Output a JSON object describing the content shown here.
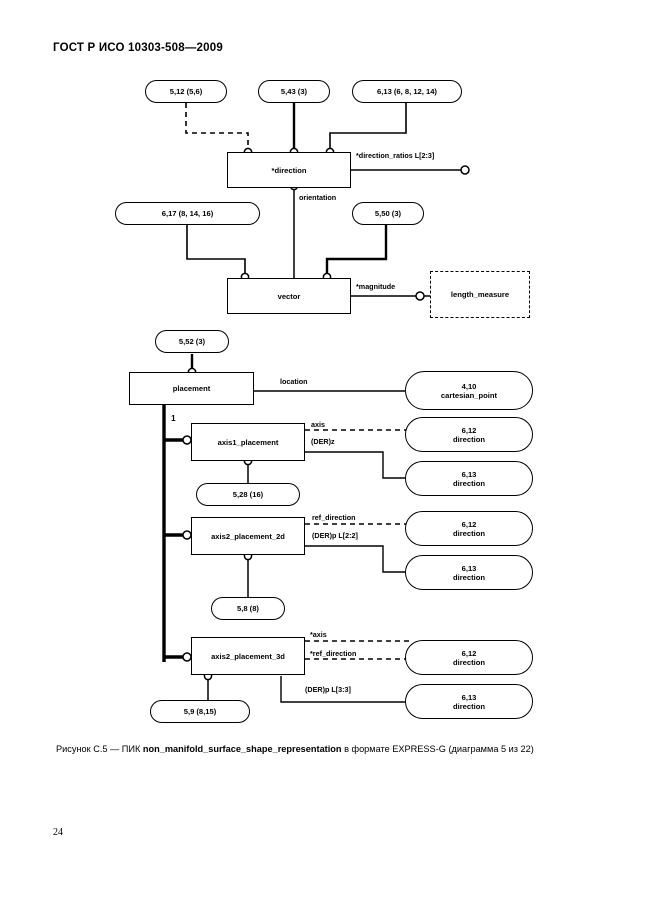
{
  "document": {
    "header": "ГОСТ Р ИСО 10303-508—2009",
    "page_number": "24"
  },
  "caption": {
    "prefix": "Рисунок С.5 — ПИК ",
    "entity": "non_manifold_surface_shape_representation",
    "suffix": " в формате EXPRESS-G (диаграмма 5 из 22)"
  },
  "diagram": {
    "type": "EXPRESS-G",
    "entities": [
      {
        "id": "direction",
        "label": "*direction"
      },
      {
        "id": "vector",
        "label": "vector"
      },
      {
        "id": "placement",
        "label": "placement"
      },
      {
        "id": "axis1_placement",
        "label": "axis1_placement"
      },
      {
        "id": "axis2_placement_2d",
        "label": "axis2_placement_2d"
      },
      {
        "id": "axis2_placement_3d",
        "label": "axis2_placement_3d"
      }
    ],
    "defined_types": [
      {
        "id": "length_measure",
        "label": "length_measure"
      }
    ],
    "page_refs": [
      {
        "id": "ref-5-12",
        "label": "5,12 (5,6)"
      },
      {
        "id": "ref-5-43",
        "label": "5,43 (3)"
      },
      {
        "id": "ref-6-13-top",
        "label": "6,13 (6, 8, 12, 14)"
      },
      {
        "id": "ref-6-17",
        "label": "6,17 (8, 14, 16)"
      },
      {
        "id": "ref-5-50",
        "label": "5,50 (3)"
      },
      {
        "id": "ref-5-52",
        "label": "5,52 (3)"
      },
      {
        "id": "ref-5-28",
        "label": "5,28 (16)"
      },
      {
        "id": "ref-5-8",
        "label": "5,8 (8)"
      },
      {
        "id": "ref-5-9",
        "label": "5,9 (8,15)"
      }
    ],
    "page_refs_two_line": [
      {
        "id": "ref-cartesian-point",
        "line1": "4,10",
        "line2": "cartesian_point"
      },
      {
        "id": "ref-dir-a-612",
        "line1": "6,12",
        "line2": "direction"
      },
      {
        "id": "ref-dir-a-613",
        "line1": "6,13",
        "line2": "direction"
      },
      {
        "id": "ref-dir-b-612",
        "line1": "6,12",
        "line2": "direction"
      },
      {
        "id": "ref-dir-b-613",
        "line1": "6,13",
        "line2": "direction"
      },
      {
        "id": "ref-dir-c-612",
        "line1": "6,12",
        "line2": "direction"
      },
      {
        "id": "ref-dir-c-613",
        "line1": "6,13",
        "line2": "direction"
      }
    ],
    "attribute_labels": [
      {
        "id": "attr-direction-ratios",
        "text": "*direction_ratios L[2:3]"
      },
      {
        "id": "attr-orientation",
        "text": "orientation"
      },
      {
        "id": "attr-magnitude",
        "text": "*magnitude"
      },
      {
        "id": "attr-location",
        "text": "location"
      },
      {
        "id": "attr-cardinality-1",
        "text": "1"
      },
      {
        "id": "attr-axis-1",
        "text": "axis"
      },
      {
        "id": "attr-der-z",
        "text": "(DER)z"
      },
      {
        "id": "attr-ref-direction-2d",
        "text": "ref_direction"
      },
      {
        "id": "attr-der-p-2-2",
        "text": "(DER)p L[2:2]"
      },
      {
        "id": "attr-axis-3d",
        "text": "*axis"
      },
      {
        "id": "attr-ref-direction-3d",
        "text": "*ref_direction"
      },
      {
        "id": "attr-der-p-3-3",
        "text": "(DER)p L[3:3]"
      }
    ]
  }
}
